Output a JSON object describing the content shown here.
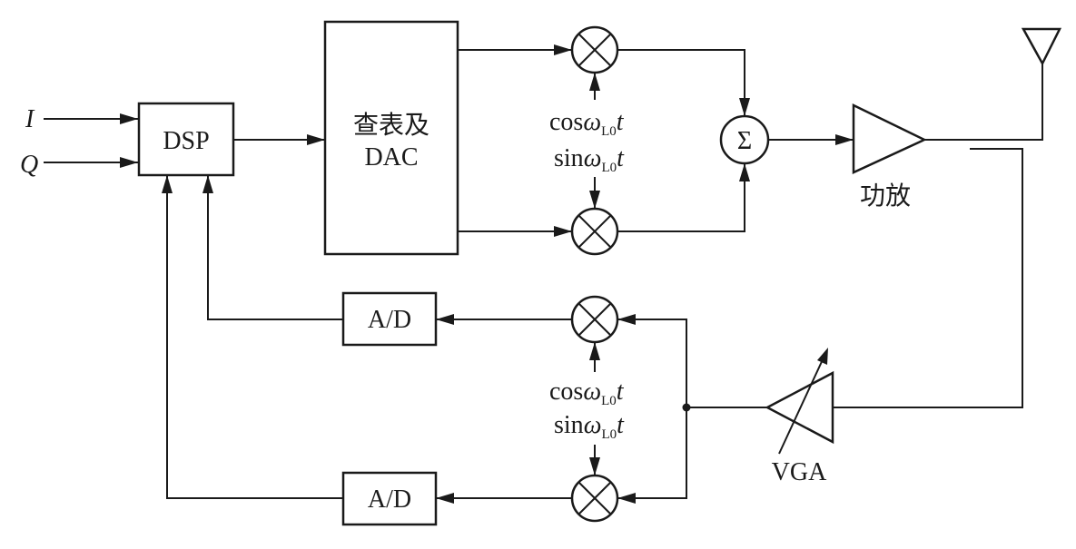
{
  "inputs": {
    "i": "I",
    "q": "Q"
  },
  "blocks": {
    "dsp": "DSP",
    "lut_line1": "查表及",
    "lut_line2": "DAC",
    "sum": "Σ",
    "pa": "功放",
    "vga": "VGA",
    "adc_top": "A/D",
    "adc_bottom": "A/D"
  },
  "lo": {
    "cos": "cos",
    "sin": "sin",
    "omega": "ω",
    "sub": "L0",
    "t": "t"
  }
}
